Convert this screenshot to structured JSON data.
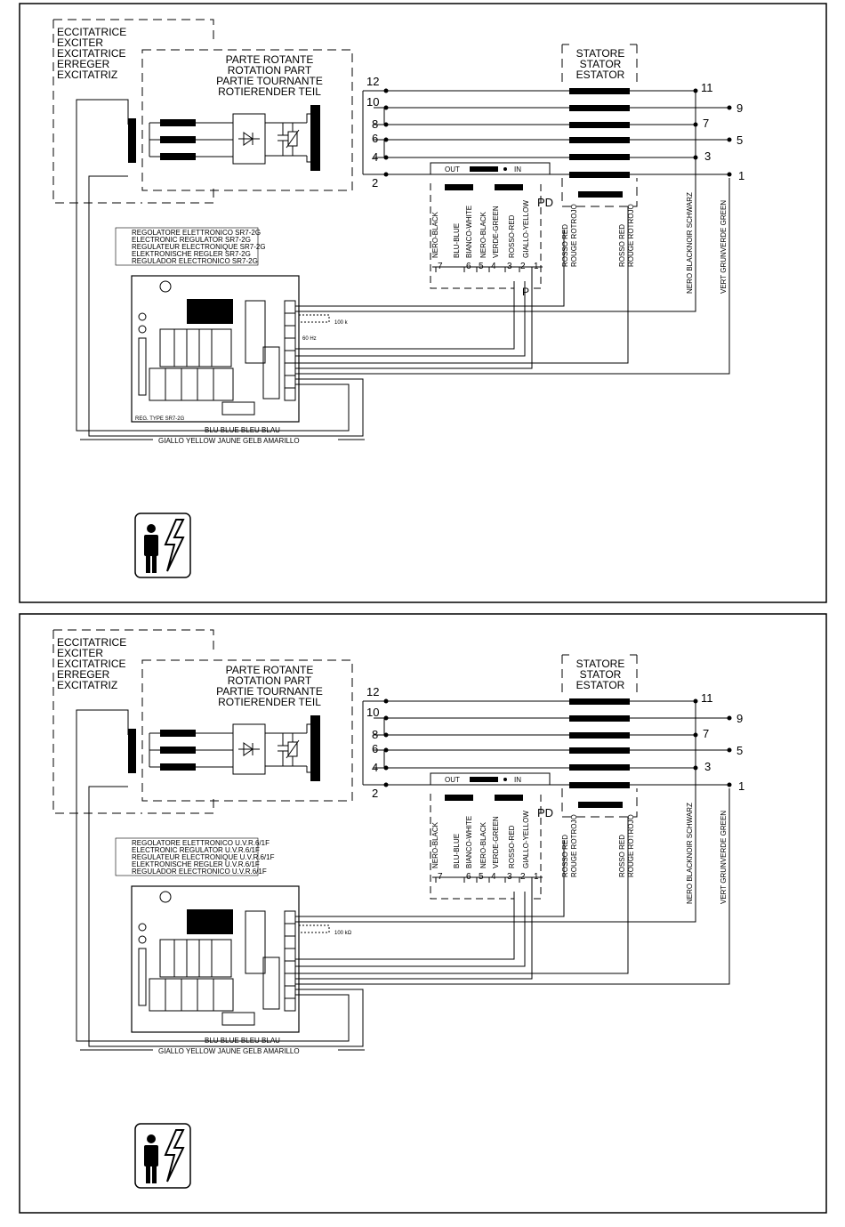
{
  "panels": [
    {
      "exciter": [
        "ECCITATRICE",
        "EXCITER",
        "EXCITATRICE",
        "ERREGER",
        "EXCITATRIZ"
      ],
      "rotating": [
        "PARTE ROTANTE",
        "ROTATION PART",
        "PARTIE TOURNANTE",
        "ROTIERENDER TEIL"
      ],
      "stator": [
        "STATORE",
        "STATOR",
        "ESTATOR"
      ],
      "terminals": {
        "t12": "12",
        "t10": "10",
        "t8": "8",
        "t6": "6",
        "t4": "4",
        "t2": "2",
        "t11": "11",
        "t9": "9",
        "t7": "7",
        "t5": "5",
        "t3": "3",
        "t1": "1"
      },
      "out_label": "OUT",
      "in_label": "IN",
      "pd_label": "PD",
      "p_label": "P",
      "wires": [
        "NERO-BLACK",
        "BLU-BLUE",
        "BIANCO-WHITE",
        "NERO-BLACK",
        "VERDE-GREEN",
        "ROSSO-RED",
        "GIALLO-YELLOW"
      ],
      "wire_numbers": [
        "7",
        "6",
        "5",
        "4",
        "3",
        "2",
        "1"
      ],
      "rosso_red": "ROSSO RED",
      "rouge_rotrojo": "ROUGE ROTROJO",
      "nero_schwarz": "NERO BLACKNOIR SCHWARZ",
      "vert_green": "VERT GRUNVERDE GREEN",
      "regulator": [
        "REGOLATORE ELETTRONICO SR7-2G",
        "ELECTRONIC REGULATOR SR7-2G",
        "REGULATEUR ELECTRONIQUE SR7-2G",
        "ELEKTRONISCHE REGLER SR7-2G",
        "REGULADOR ELECTRONICO SR7-2G"
      ],
      "pot_label": "100 k",
      "hz_label": "60 Hz",
      "board_type": "REG. TYPE SR7-2G",
      "blu_label": "BLU BLUE BLEU BLAU",
      "giallo_label": "GIALLO YELLOW JAUNE GELB AMARILLO"
    },
    {
      "exciter": [
        "ECCITATRICE",
        "EXCITER",
        "EXCITATRICE",
        "ERREGER",
        "EXCITATRIZ"
      ],
      "rotating": [
        "PARTE ROTANTE",
        "ROTATION PART",
        "PARTIE TOURNANTE",
        "ROTIERENDER TEIL"
      ],
      "stator": [
        "STATORE",
        "STATOR",
        "ESTATOR"
      ],
      "terminals": {
        "t12": "12",
        "t10": "10",
        "t8": "8",
        "t6": "6",
        "t4": "4",
        "t2": "2",
        "t11": "11",
        "t9": "9",
        "t7": "7",
        "t5": "5",
        "t3": "3",
        "t1": "1"
      },
      "out_label": "OUT",
      "in_label": "IN",
      "pd_label": "PD",
      "p_label": "",
      "wires": [
        "NERO-BLACK",
        "BLU-BLUE",
        "BIANCO-WHITE",
        "NERO-BLACK",
        "VERDE-GREEN",
        "ROSSO-RED",
        "GIALLO-YELLOW"
      ],
      "wire_numbers": [
        "7",
        "6",
        "5",
        "4",
        "3",
        "2",
        "1"
      ],
      "rosso_red": "ROSSO RED",
      "rouge_rotrojo": "ROUGE ROTROJO",
      "nero_schwarz": "NERO BLACKNOIR SCHWARZ",
      "vert_green": "VERT GRUNVERDE GREEN",
      "regulator": [
        "REGOLATORE ELETTRONICO U.V.R.6/1F",
        "ELECTRONIC REGULATOR U.V.R.6/1F",
        "REGULATEUR ELECTRONIQUE U.V.R.6/1F",
        "ELEKTRONISCHE REGLER U.V.R.6/1F",
        "REGULADOR ELECTRONICO U.V.R.6/1F"
      ],
      "pot_label": "100 kΩ",
      "hz_label": "",
      "board_type": "",
      "blu_label": "BLU BLUE BLEU BLAU",
      "giallo_label": "GIALLO YELLOW JAUNE GELB AMARILLO"
    }
  ],
  "colors": {
    "ink": "#000000",
    "paper": "#ffffff"
  },
  "icons": [
    "person-icon",
    "lightning-bolt-icon"
  ]
}
